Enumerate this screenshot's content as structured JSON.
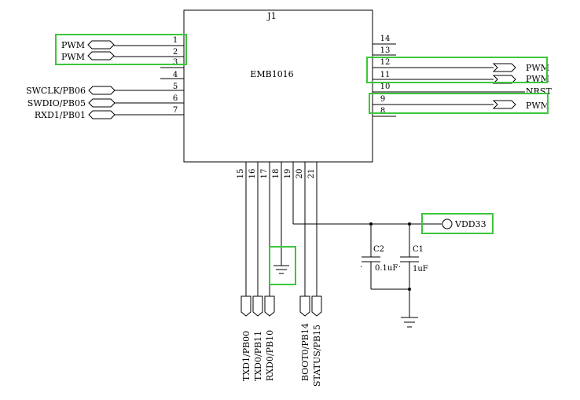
{
  "component": {
    "ref": "J1",
    "part": "EMB1016"
  },
  "left_pins": {
    "p1": "1",
    "p2": "2",
    "p3": "3",
    "p4": "4",
    "p5": "5",
    "p6": "6",
    "p7": "7"
  },
  "right_pins": {
    "p14": "14",
    "p13": "13",
    "p12": "12",
    "p11": "11",
    "p10": "10",
    "p9": "9",
    "p8": "8"
  },
  "bottom_pins": {
    "p15": "15",
    "p16": "16",
    "p17": "17",
    "p18": "18",
    "p19": "19",
    "p20": "20",
    "p21": "21"
  },
  "net_labels": {
    "left_pwm_1": "PWM",
    "left_pwm_2": "PWM",
    "swclk": "SWCLK/PB06",
    "swdio": "SWDIO/PB05",
    "rxd1": "RXD1/PB01",
    "right_pwm_12": "PWM",
    "right_pwm_11": "PWM",
    "nrst": "NRST",
    "right_pwm_9": "PWM",
    "txd1": "TXD1/PB00",
    "txd0": "TXD0/PB11",
    "rxd0": "RXD0/PB10",
    "boot0": "BOOT0/PB14",
    "status": "STATUS/PB15",
    "vdd33": "VDD33"
  },
  "capacitors": {
    "c2_ref": "C2",
    "c2_value": "0.1uF",
    "c1_ref": "C1",
    "c1_value": "1uF"
  },
  "colors": {
    "highlight": "#3cc63c",
    "wire": "#000000"
  }
}
